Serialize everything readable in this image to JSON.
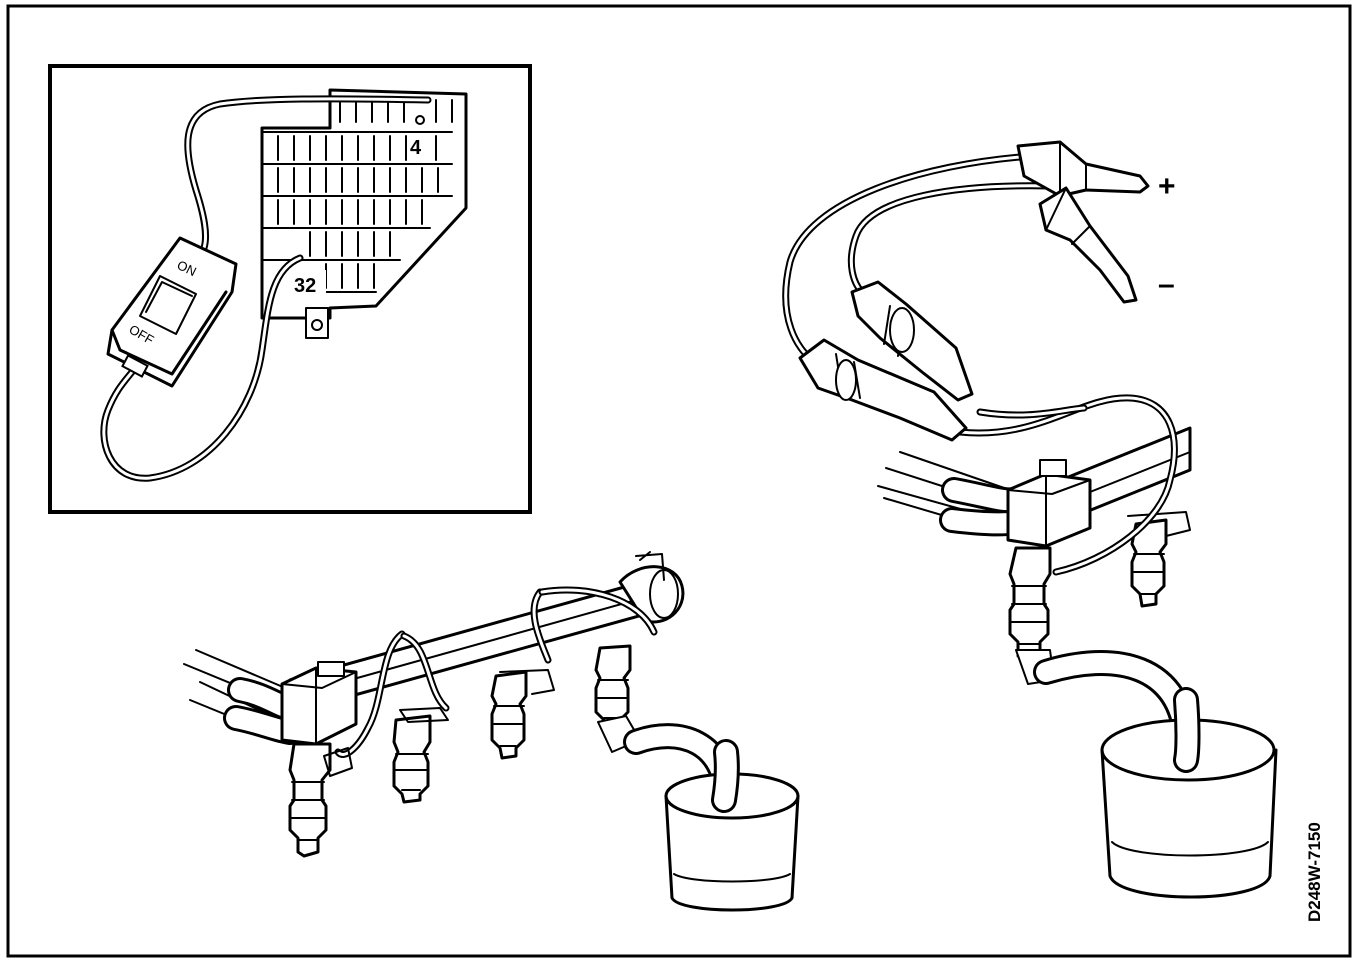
{
  "switch": {
    "on_label": "ON",
    "off_label": "OFF"
  },
  "fusebox": {
    "fuse_top_label": "4",
    "fuse_bottom_label": "32"
  },
  "test_leads": {
    "plus_label": "+",
    "minus_label": "–"
  },
  "figure_id": "D248W-7150"
}
